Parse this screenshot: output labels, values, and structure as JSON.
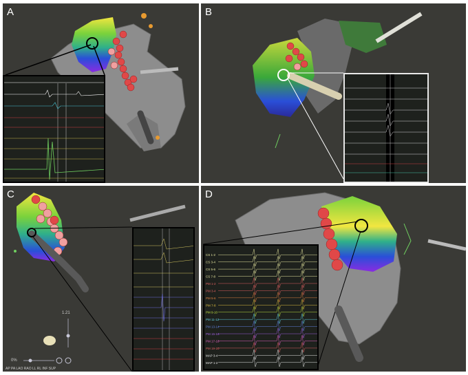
{
  "panels": {
    "a": {
      "label": "A"
    },
    "b": {
      "label": "B"
    },
    "c": {
      "label": "C"
    },
    "d": {
      "label": "D"
    }
  },
  "panel_c_controls": {
    "zoom_value": "1.21",
    "percent_label": "0%",
    "view_buttons": "AP  PA  LAO  RAO  LL  RL  INF  SUP"
  },
  "panel_d_channels": [
    "CS 1-2",
    "CS 3-4",
    "CS 5-6",
    "CS 7-8",
    "PM 1-2",
    "PM 3-4",
    "PM 5-6",
    "PM 7-8",
    "PM 9-10",
    "PM 11-12",
    "PM 13-14",
    "PM 15-16",
    "PM 17-18",
    "PM 19-20",
    "MAP 3-4",
    "MAP 1-2"
  ],
  "colors": {
    "panel_bg": "#3a3a36",
    "heart_mesh": "#8d8d8d",
    "ablation_lesion": "#e04848",
    "catheter": "#d8d0b0"
  }
}
